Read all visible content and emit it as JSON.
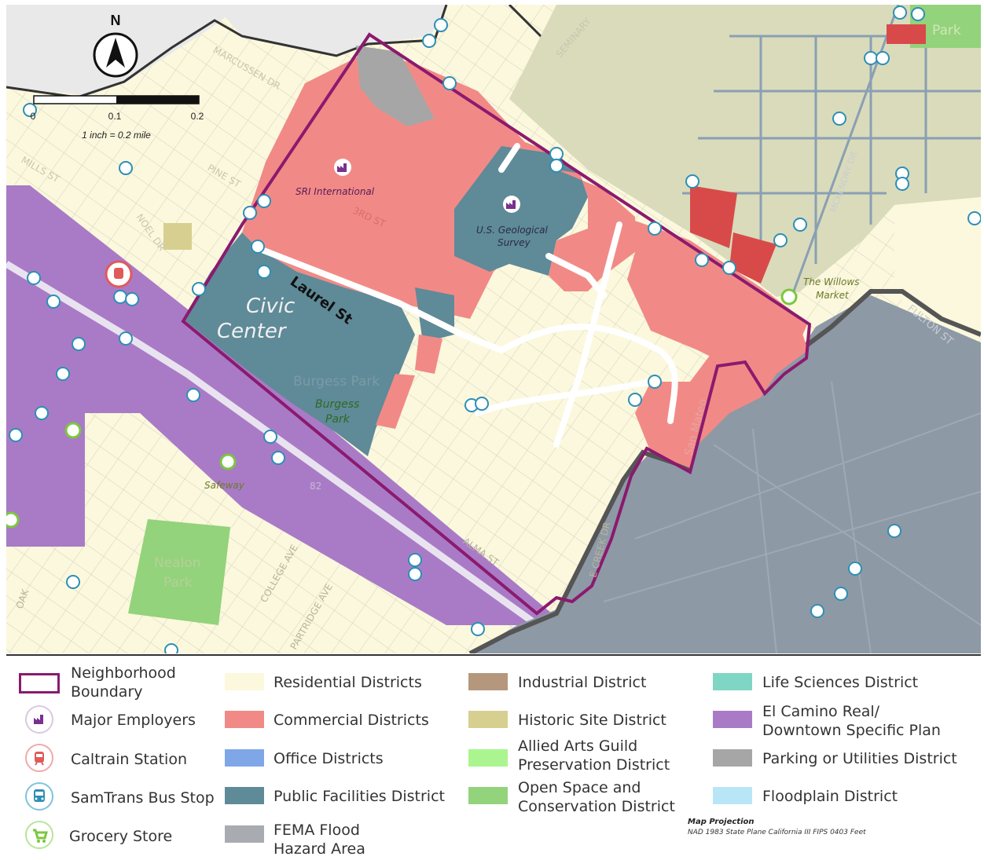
{
  "map": {
    "north_label": "N",
    "scale_ticks": [
      "0",
      "0.1",
      "0.2"
    ],
    "scale_text": "1 inch = 0.2 mile",
    "labels": {
      "laurel": "Laurel St",
      "civic_1": "Civic",
      "civic_2": "Center",
      "burgess_park_big": "Burgess Park",
      "burgess_1": "Burgess",
      "burgess_2": "Park",
      "sri": "SRI International",
      "usgs_1": "U.S. Geological",
      "usgs_2": "Survey",
      "willows_1": "The Willows",
      "willows_2": "Market",
      "safeway": "Safeway",
      "nealon_1": "Nealon",
      "nealon_2": "Park",
      "park_tr": "Park",
      "third_st": "3RD ST",
      "pine_st": "PINE ST",
      "mills_st": "MILLS ST",
      "noel_dr": "NOEL DR",
      "alma_st": "ALMA ST",
      "college_ave": "COLLEGE AVE",
      "partridge_ave": "PARTRIDGE AVE",
      "creek_dr": "E CREEK DR",
      "fulton_st": "FULTON ST",
      "marcussen_dr": "MARCUSSEN DR",
      "seminary": "SEMINARY",
      "mckendry": "MCKENDRY DR",
      "san_mateo": "San Mateo",
      "oak": "OAK",
      "el_82": "82"
    }
  },
  "legend": {
    "items": [
      {
        "label": "Neighborhood\nBoundary"
      },
      {
        "label": "Major Employers"
      },
      {
        "label": "Caltrain Station"
      },
      {
        "label": "SamTrans Bus Stop"
      },
      {
        "label": "Grocery Store"
      },
      {
        "label": "Residential Districts",
        "color": "#fbf8dd"
      },
      {
        "label": "Commercial Districts",
        "color": "#f18a86"
      },
      {
        "label": "Office Districts",
        "color": "#7fa7e8"
      },
      {
        "label": "Public Facilities District",
        "color": "#5f8a98"
      },
      {
        "label": "FEMA Flood\nHazard Area",
        "color": "#a8acb0"
      },
      {
        "label": "Industrial District",
        "color": "#b5977d"
      },
      {
        "label": "Historic Site District",
        "color": "#d6cf8f"
      },
      {
        "label": "Allied Arts Guild\nPreservation District",
        "color": "#aaf58f"
      },
      {
        "label": "Open Space and\nConservation District",
        "color": "#93d37b"
      },
      {
        "label": "Life Sciences District",
        "color": "#7fd6c4"
      },
      {
        "label": "El Camino Real/\nDowntown Specific Plan",
        "color": "#a97bc6"
      },
      {
        "label": "Parking or Utilities District",
        "color": "#a6a6a6"
      },
      {
        "label": "Floodplain District",
        "color": "#b9e6f7"
      }
    ],
    "projection_title": "Map Projection",
    "projection_text": "NAD 1983 State Plane California III FIPS 0403 Feet"
  }
}
